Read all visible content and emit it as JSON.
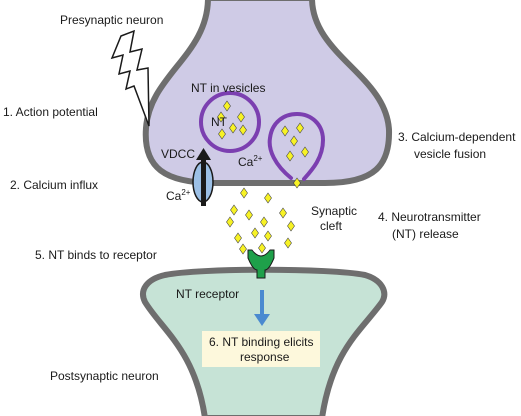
{
  "labels": {
    "presynaptic": "Presynaptic neuron",
    "postsynaptic": "Postsynaptic neuron",
    "action_potential": "1. Action potential",
    "calcium_influx": "2. Calcium influx",
    "vesicle_fusion_1": "3. Calcium-dependent",
    "vesicle_fusion_2": "vesicle fusion",
    "nt_release_1": "4. Neurotransmitter",
    "nt_release_2": "(NT) release",
    "nt_binds": "5. NT binds to receptor",
    "response_1": "6. NT binding elicits",
    "response_2": "response",
    "nt_in_vesicles": "NT in vesicles",
    "nt": "NT",
    "vdcc": "VDCC",
    "ca": "Ca",
    "ca_charge": "2+",
    "synaptic_1": "Synaptic",
    "synaptic_2": "cleft",
    "nt_receptor": "NT receptor"
  },
  "colors": {
    "presynaptic_fill": "#cfcbe6",
    "postsynaptic_fill": "#c6e3d6",
    "membrane": "#6e6e6e",
    "vesicle": "#7b3fb0",
    "nt_diamond": "#f7f225",
    "channel": "#9cc0e6",
    "receptor": "#1ea04a",
    "arrow_blue": "#4a8ad0",
    "response_box": "#fdf8dc"
  },
  "icons": [
    "lightning-bolt-icon",
    "calcium-arrow-icon",
    "blue-down-arrow-icon"
  ]
}
